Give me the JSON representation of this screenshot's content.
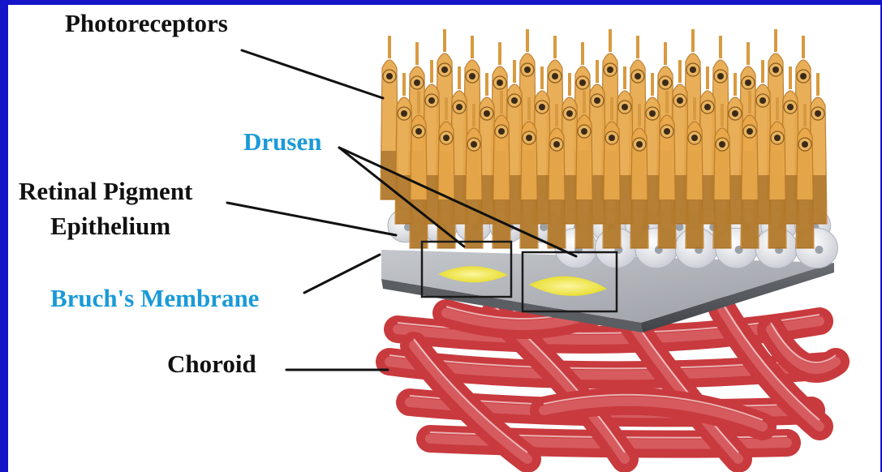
{
  "labels": {
    "photoreceptors": "Photoreceptors",
    "drusen": "Drusen",
    "rpe_line1": "Retinal Pigment",
    "rpe_line2": "Epithelium",
    "bruchs": "Bruch's Membrane",
    "choroid": "Choroid"
  },
  "colors": {
    "frame": "#1414c8",
    "background": "#ffffff",
    "label_dark": "#111111",
    "label_blue": "#1a9ad8",
    "photoreceptor": "#e8a84a",
    "photoreceptor_dark": "#8a5a1a",
    "rpe": "#e4e7ee",
    "membrane": "#8a8d92",
    "drusen": "#f2ea2e",
    "choroid": "#c83a3e",
    "choroid_light": "#e2777a"
  },
  "icons": {
    "photoreceptors": "photoreceptor-cell-layer",
    "rpe": "rpe-cell-row",
    "membrane": "bruchs-membrane-slab",
    "drusen": "drusen-deposits",
    "choroid": "choroid-vessel-bundle"
  }
}
